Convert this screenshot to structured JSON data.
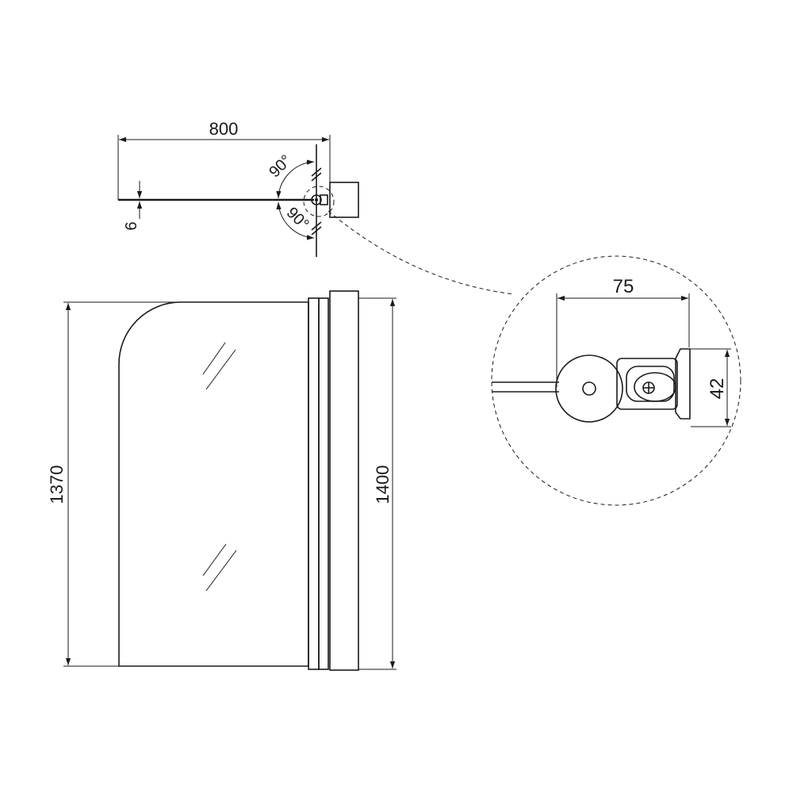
{
  "dimensions": {
    "top_width": "800",
    "glass_thickness": "6",
    "angle_upper": "90°",
    "angle_lower": "90°",
    "panel_height": "1370",
    "wall_profile_height": "1400",
    "detail_width": "75",
    "detail_depth": "42"
  },
  "colors": {
    "line": "#1a1a1a",
    "background": "#ffffff"
  }
}
